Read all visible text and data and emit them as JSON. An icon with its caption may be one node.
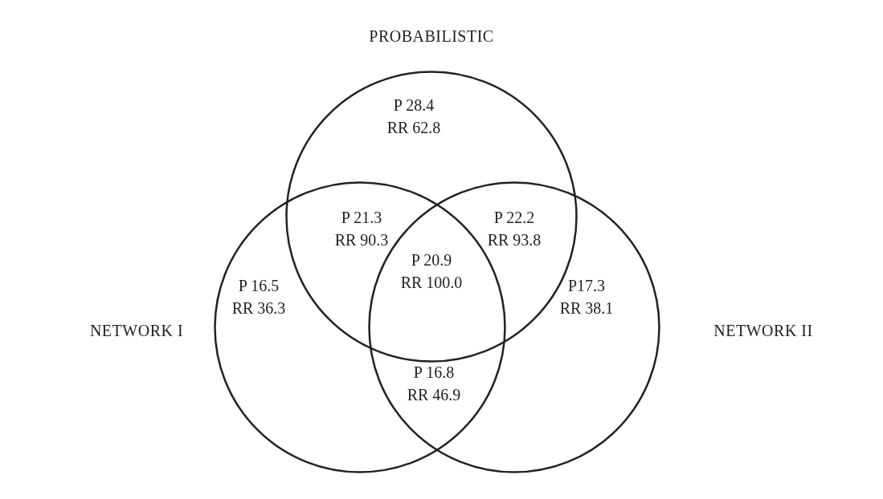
{
  "diagram": {
    "nodes": [
      {
        "text": [
          "PROBABILISTIC"
        ]
      },
      {
        "text": [
          "NETWORK I"
        ]
      },
      {
        "text": [
          "NETWORK II"
        ]
      }
    ],
    "labels": [
      "P 28.4 RR 62.8",
      "P 21.3 RR 90.3",
      "P 22.2 RR 93.8",
      "P 20.9 RR 100.0",
      "P 16.5 RR 36.3",
      "P17.3 RR 38.1",
      "P 16.8 RR 46.9"
    ]
  }
}
